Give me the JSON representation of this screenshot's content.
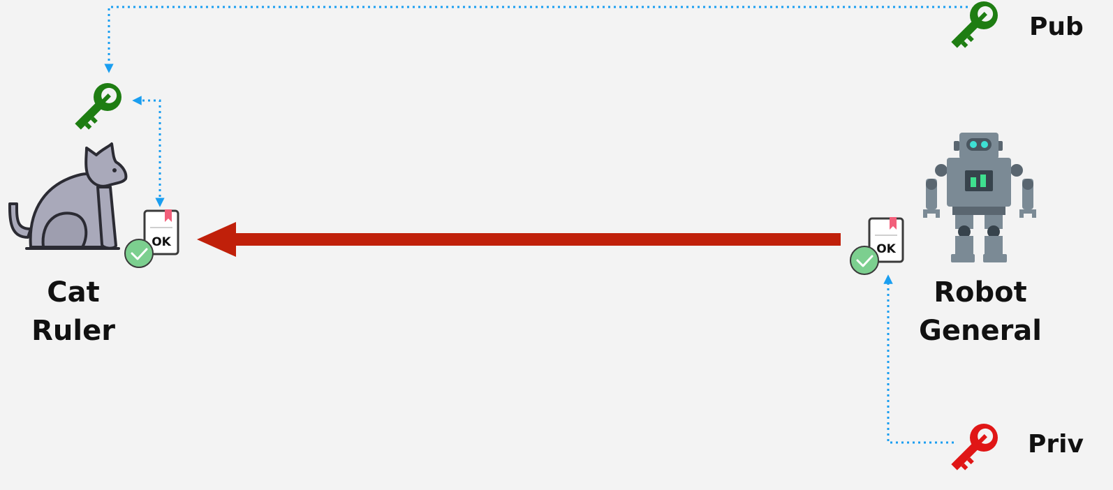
{
  "parties": {
    "receiver": {
      "line1": "Cat",
      "line2": "Ruler"
    },
    "sender": {
      "line1": "Robot",
      "line2": "General"
    }
  },
  "keys": {
    "public": {
      "label": "Pub",
      "color": "#1e7d12"
    },
    "private": {
      "label": "Priv",
      "color": "#e01616"
    }
  },
  "document": {
    "text": "OK"
  },
  "colors": {
    "arrow": "#c0200a",
    "dotted_link": "#1a9ef0",
    "check_badge": "#7ccf8f",
    "bookmark": "#f25f7a",
    "background": "#f3f3f3"
  }
}
